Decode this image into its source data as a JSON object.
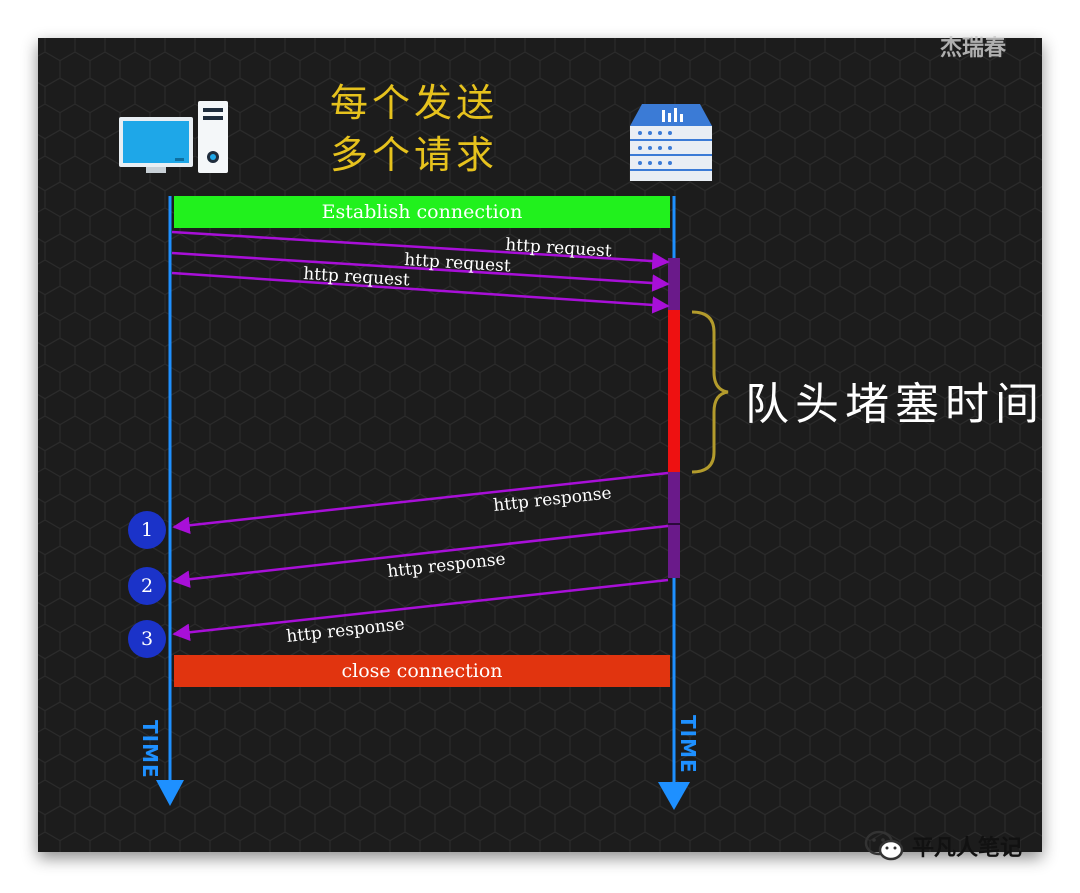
{
  "title": {
    "line1": "每个发送",
    "line2": "多个请求"
  },
  "corner_text": "杰瑞春",
  "establish_label": "Establish connection",
  "close_label": "close connection",
  "hol_label": "队头堵塞时间",
  "requests": [
    {
      "label": "http request"
    },
    {
      "label": "http request"
    },
    {
      "label": "http request"
    }
  ],
  "responses": [
    {
      "label": "http response",
      "number": "1"
    },
    {
      "label": "http response",
      "number": "2"
    },
    {
      "label": "http response",
      "number": "3"
    }
  ],
  "time_label_left": "TIME",
  "time_label_right": "TIME",
  "watermark": "平凡人笔记",
  "icons": {
    "client": "computer-icon",
    "server": "server-icon",
    "watermark": "wechat-icon"
  },
  "colors": {
    "background": "#1c1c1c",
    "timeline": "#1e90ff",
    "establish": "#21f11d",
    "close": "#e1340f",
    "arrow": "#a80fd8",
    "blocking": "#ee1111",
    "processing": "#6a1a8a",
    "brace": "#b39b2c",
    "number_badge": "#1b33c9",
    "title": "#e6c21d"
  }
}
